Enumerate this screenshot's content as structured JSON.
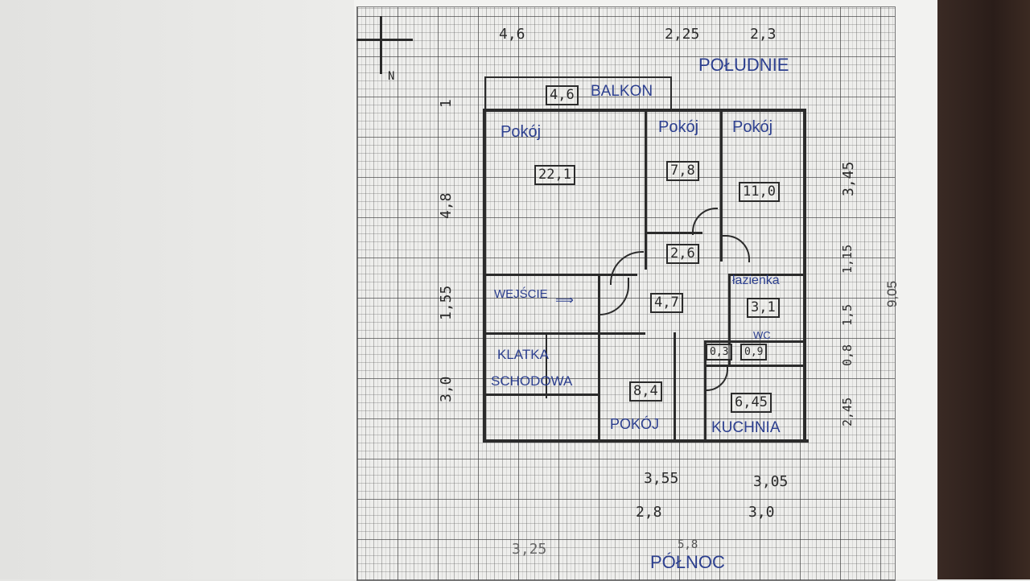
{
  "top_dims": [
    "4,6",
    "2,25",
    "2,3"
  ],
  "south_label": "POŁUDNIE",
  "north_label": "PÓŁNOC",
  "north_arrow": "N",
  "rooms": {
    "balcony": {
      "label": "BALKON",
      "area": "4,6"
    },
    "room_large": {
      "label": "Pokój",
      "area": "22,1"
    },
    "room_small": {
      "label": "Pokój",
      "area": "7,8"
    },
    "room_right": {
      "label": "Pokój",
      "area": "11,0"
    },
    "closet": {
      "area": "2,6"
    },
    "hall": {
      "area": "4,7"
    },
    "entrance": {
      "label": "WEJŚCIE"
    },
    "staircase": {
      "label1": "KLATKA",
      "label2": "SCHODOWA"
    },
    "room_bottom": {
      "label": "POKÓJ",
      "area": "8,4"
    },
    "bathroom": {
      "label": "łazienka",
      "area": "3,1"
    },
    "wc": {
      "label": "WC",
      "area": "0,9",
      "area2": "0,3"
    },
    "kitchen": {
      "label": "KUCHNIA",
      "area": "6,45"
    }
  },
  "left_dims": [
    "1",
    "4,8",
    "1,55",
    "3,0"
  ],
  "right_dims": [
    "3,45",
    "1,15",
    "1,5",
    "0,8",
    "2,45"
  ],
  "total_dim": "9,05",
  "bottom_dims_row1": [
    "3,55",
    "3,05"
  ],
  "bottom_dims_row2": [
    "2,8",
    "3,0"
  ],
  "bottom_dims_row3": [
    "3,25",
    "5,8"
  ]
}
